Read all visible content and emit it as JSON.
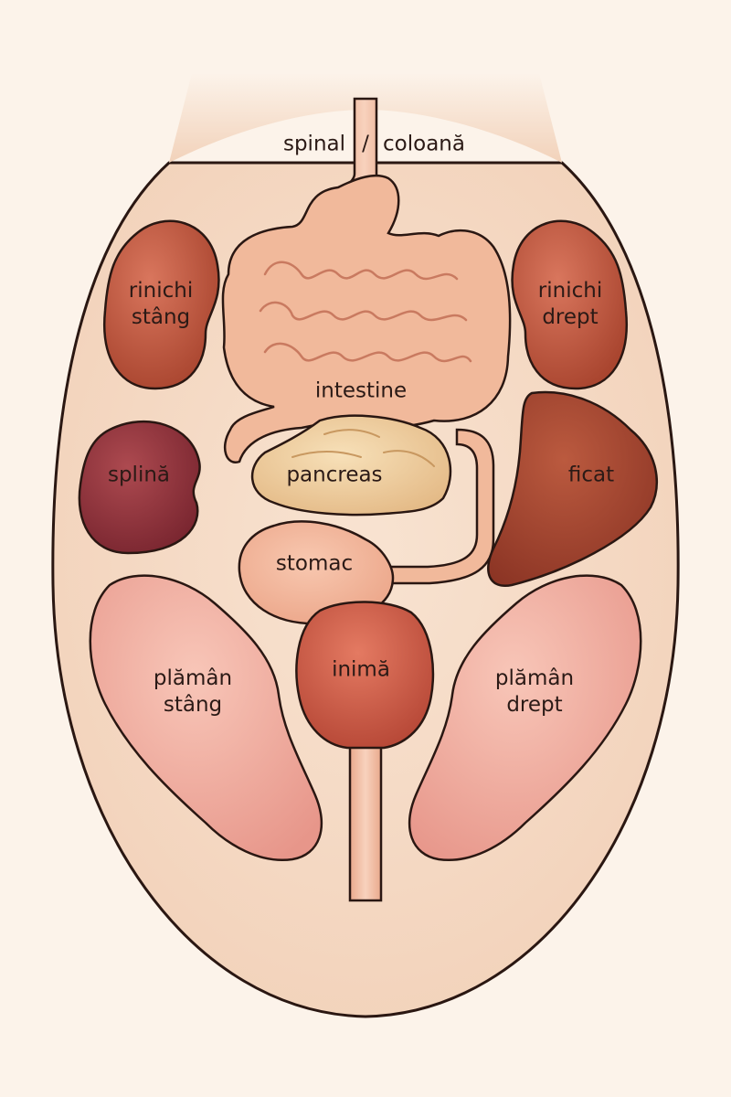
{
  "labels": {
    "spinal": "spinal",
    "separator": "/",
    "coloana": "coloană",
    "rinichi_stang": [
      "rinichi",
      "stâng"
    ],
    "rinichi_drept": [
      "rinichi",
      "drept"
    ],
    "intestine": "intestine",
    "splina": "splină",
    "pancreas": "pancreas",
    "ficat": "ficat",
    "stomac": "stomac",
    "inima": "inimă",
    "plaman_stang": [
      "plămân",
      "stâng"
    ],
    "plaman_drept": [
      "plămân",
      "drept"
    ]
  },
  "colors": {
    "background": "#fcf3ea",
    "body": "#f6dcc6",
    "outline": "#2a1712",
    "kidney": "#c45d45",
    "spleen": "#92323a",
    "liver": "#a64630",
    "intestine": "#f1b99b",
    "pancreas": "#efcf9e",
    "stomach": "#f3b69c",
    "heart": "#d36450",
    "lung": "#f0aa9a",
    "spine": "#f5c6ad"
  }
}
